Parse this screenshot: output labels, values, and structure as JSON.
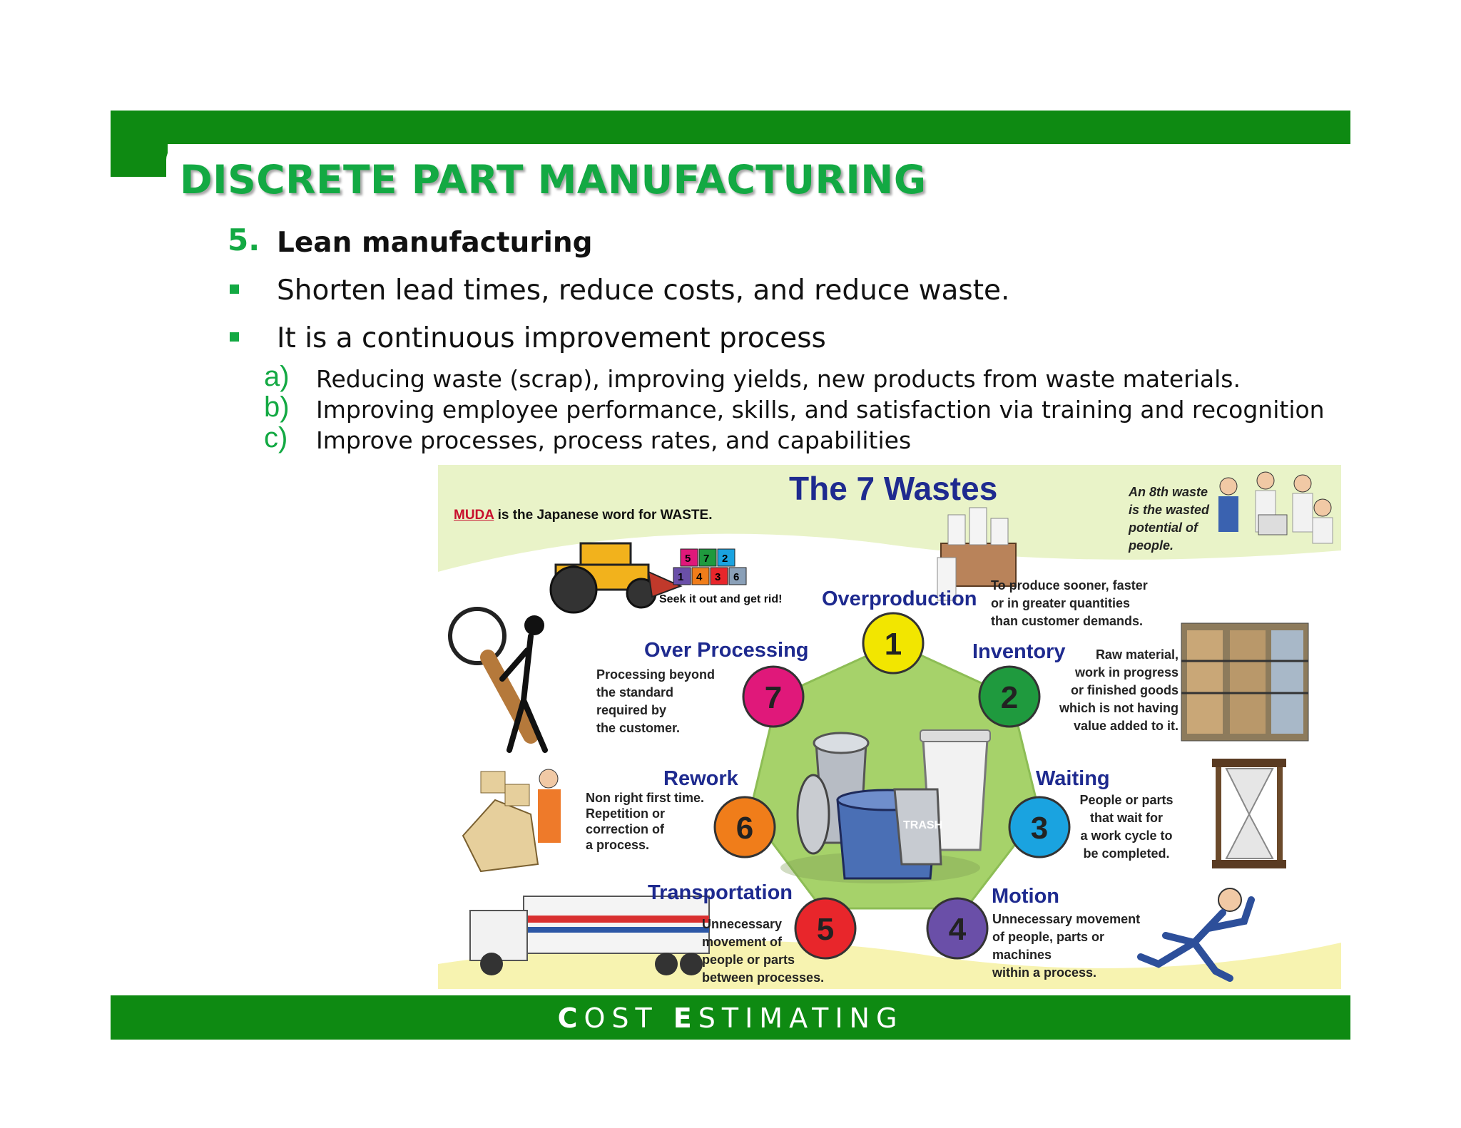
{
  "slide": {
    "title": "DISCRETE PART MANUFACTURING",
    "section_number": "5.",
    "section_heading": "Lean manufacturing",
    "bullets": [
      "Shorten lead times, reduce costs, and reduce waste.",
      "It is a continuous improvement process"
    ],
    "sub_items": [
      {
        "letter": "a)",
        "text": "Reducing waste (scrap), improving yields, new products from waste materials."
      },
      {
        "letter": "b)",
        "text": "Improving employee performance, skills, and satisfaction via training and recognition"
      },
      {
        "letter": "c)",
        "text": "Improve processes, process rates, and capabilities"
      }
    ]
  },
  "infographic": {
    "title": "The 7 Wastes",
    "muda_word": "MUDA",
    "muda_rest": " is the Japanese word for WASTE.",
    "seek": "Seek it out and get rid!",
    "eighth_waste": [
      "An 8th waste",
      "is the wasted",
      "potential of",
      "people."
    ],
    "blocks_top": [
      "5",
      "7",
      "2"
    ],
    "blocks_bottom": [
      "1",
      "4",
      "3",
      "6"
    ],
    "trash_label": "TRASH",
    "wastes": [
      {
        "number": "1",
        "name": "Overproduction",
        "color": "#f2e600",
        "desc": [
          "To produce sooner, faster",
          "or in greater quantities",
          "than customer demands."
        ]
      },
      {
        "number": "2",
        "name": "Inventory",
        "color": "#1f9a3e",
        "desc": [
          "Raw material,",
          "work in progress",
          "or finished goods",
          "which is not having",
          "value added to it."
        ]
      },
      {
        "number": "3",
        "name": "Waiting",
        "color": "#1aa3e0",
        "desc": [
          "People or parts",
          "that wait for",
          "a work cycle to",
          "be completed."
        ]
      },
      {
        "number": "4",
        "name": "Motion",
        "color": "#6a4fa8",
        "desc": [
          "Unnecessary movement",
          "of people, parts or",
          "machines",
          "within a process."
        ]
      },
      {
        "number": "5",
        "name": "Transportation",
        "color": "#e8262b",
        "desc": [
          "Unnecessary",
          "movement of",
          "people or parts",
          "between processes."
        ]
      },
      {
        "number": "6",
        "name": "Rework",
        "color": "#f07d1a",
        "desc": [
          "Non right first time.",
          "Repetition or",
          "correction of",
          "a process."
        ]
      },
      {
        "number": "7",
        "name": "Over Processing",
        "color": "#e0187a",
        "desc": [
          "Processing beyond",
          "the standard",
          "required by",
          "the customer."
        ]
      }
    ]
  },
  "footer": {
    "c": "C",
    "ost": "OST ",
    "e": "E",
    "stimating": "STIMATING"
  },
  "colors": {
    "brand_green": "#0e8a12",
    "title_green": "#13a943",
    "navy": "#1e2a8f"
  }
}
